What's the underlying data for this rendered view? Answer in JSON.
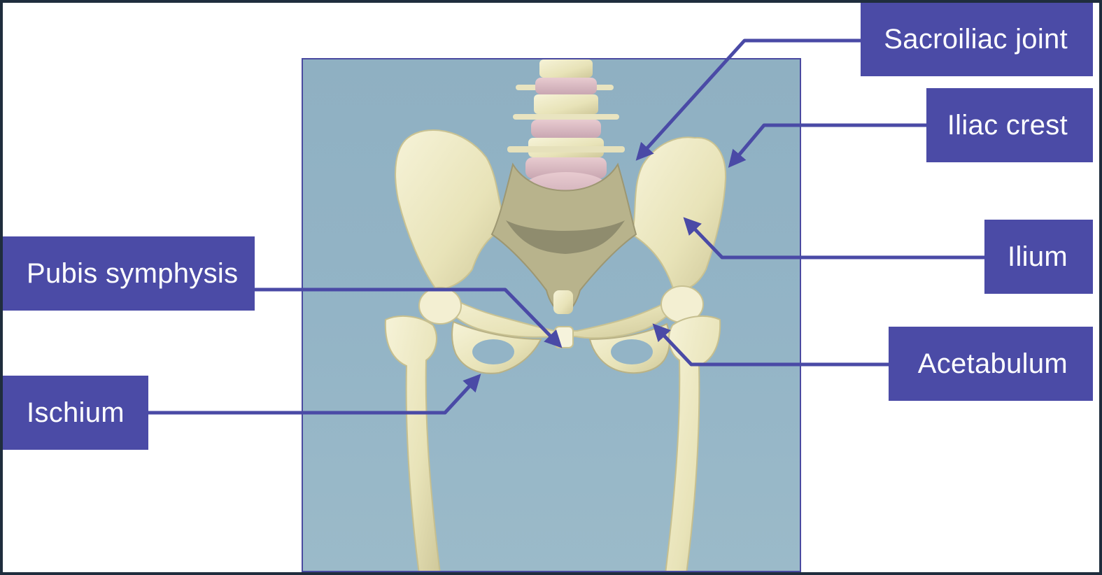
{
  "labels": {
    "sacroiliac": "Sacroiliac joint",
    "iliac_crest": "Iliac crest",
    "ilium": "Ilium",
    "pubis": "Pubis symphysis",
    "acetabulum": "Acetabulum",
    "ischium": "Ischium"
  },
  "colors": {
    "label_bg": "#4b4ba6",
    "leader": "#4a4aa6",
    "photo_bg": "#93b4c6",
    "bone": "#eeeac3"
  }
}
